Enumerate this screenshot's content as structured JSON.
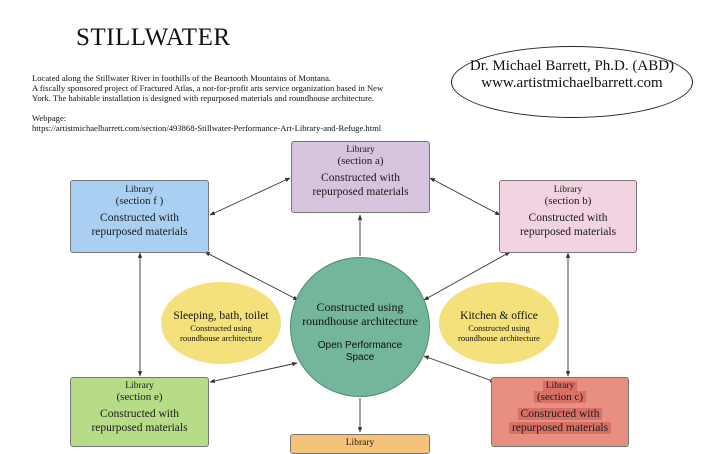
{
  "header": {
    "title": "STILLWATER",
    "description_line1": "Located along the Stillwater River in foothills of the Beartooth Mountains of Montana.",
    "description_line2": "A fiscally sponsored project of Fractured Atlas, a not-for-profit arts service organization based in New",
    "description_line3": "York. The habitable installation is designed with repurposed materials and roundhouse architecture.",
    "webpage_label": "Webpage:",
    "webpage_url": "https://artistmichaelbarrett.com/section/493868-Stillwater-Performance-Art-Library-and-Refuge.html"
  },
  "author": {
    "name": "Dr. Michael Barrett, Ph.D. (ABD)",
    "site": "www.artistmichaelbarrett.com"
  },
  "hub": {
    "line1": "Constructed using",
    "line2": "roundhouse architecture",
    "line3": "Open Performance",
    "line4": "Space",
    "color": "#74b69a"
  },
  "library_a": {
    "label": "Library",
    "section": "(section a)",
    "body1": "Constructed with",
    "body2": "repurposed materials",
    "color": "#d6c3de"
  },
  "library_b": {
    "label": "Library",
    "section": "(section b)",
    "body1": "Constructed with",
    "body2": "repurposed materials",
    "color": "#f2d3e1"
  },
  "library_c": {
    "label": "Library",
    "section": "(section c)",
    "body1": "Constructed with",
    "body2": "repurposed materials",
    "color": "#e88f82"
  },
  "library_d": {
    "label": "Library",
    "color": "#f4c37a"
  },
  "library_e": {
    "label": "Library",
    "section": "(section e)",
    "body1": "Constructed with",
    "body2": "repurposed materials",
    "color": "#b7dc88"
  },
  "library_f": {
    "label": "Library",
    "section": "(section f )",
    "body1": "Constructed with",
    "body2": "repurposed materials",
    "color": "#a9d0f2"
  },
  "left_ellipse": {
    "title": "Sleeping, bath, toilet",
    "sub1": "Constructed using",
    "sub2": "roundhouse architecture",
    "color": "#f4e17c"
  },
  "right_ellipse": {
    "title": "Kitchen & office",
    "sub1": "Constructed using",
    "sub2": "roundhouse architecture",
    "color": "#f4e17c"
  }
}
